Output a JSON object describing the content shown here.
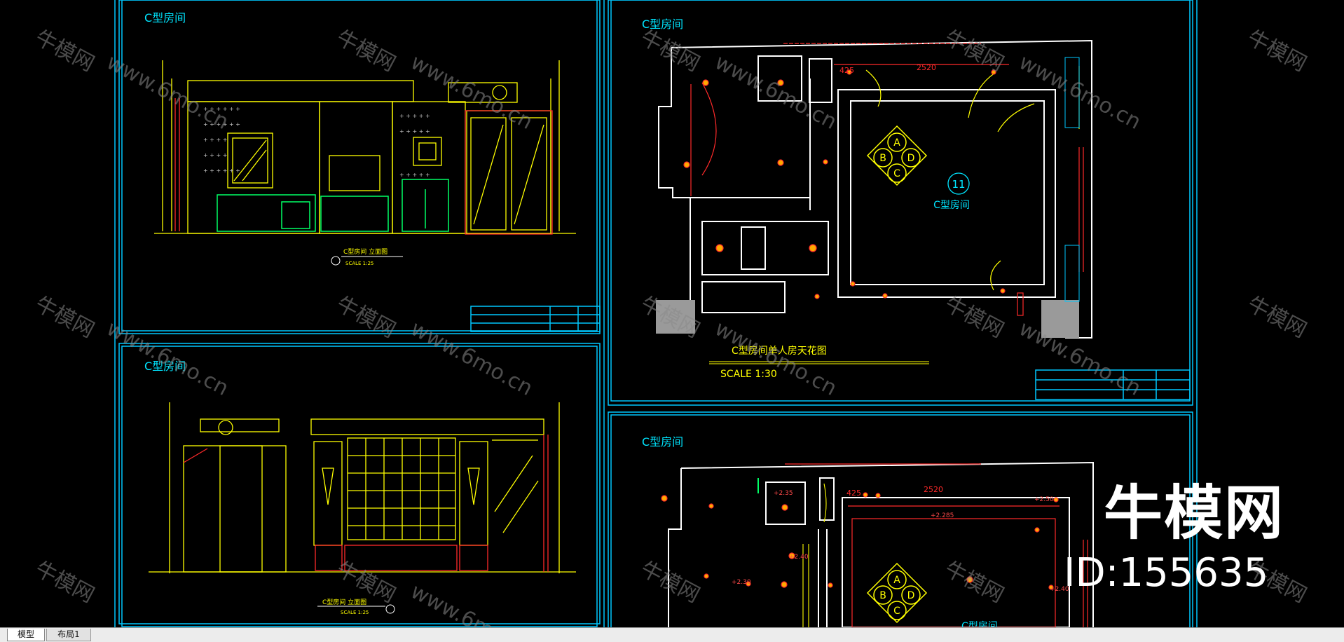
{
  "colors": {
    "background": "#000000",
    "frame": "#00c8ff",
    "wall": "#ffffff",
    "furniture": "#ffff00",
    "fixture": "#ff2a2a",
    "cabinet": "#00ff66",
    "label": "#00e5ff"
  },
  "panels": {
    "elevation_1": {
      "room_title": "C型房间",
      "caption": "C型房间 立面图",
      "scale": "SCALE 1:25"
    },
    "elevation_2": {
      "room_title": "C型房间",
      "caption": "C型房间 立面图",
      "scale": "SCALE 1:25"
    },
    "ceiling_plan": {
      "room_title": "C型房间",
      "caption": "C型房间单人房天花图",
      "scale": "SCALE 1:30",
      "room_label": "C型房间",
      "room_number": "11",
      "dim_a": "425",
      "dim_b": "2520",
      "compass": [
        "A",
        "B",
        "C",
        "D"
      ]
    },
    "lighting_plan": {
      "room_title": "C型房间",
      "dim_a": "425",
      "dim_b": "2520",
      "levels": [
        "+2.35",
        "+2.30",
        "+2.40",
        "+2.285",
        "+2.50",
        "+2.40"
      ],
      "compass": [
        "A",
        "B",
        "C",
        "D"
      ],
      "room_label": "C型房间"
    }
  },
  "watermark": {
    "brand": "牛模网",
    "site": "www.6mo.cn",
    "id": "ID:155635"
  },
  "tabs": {
    "model": "模型",
    "layout1": "布局1"
  }
}
